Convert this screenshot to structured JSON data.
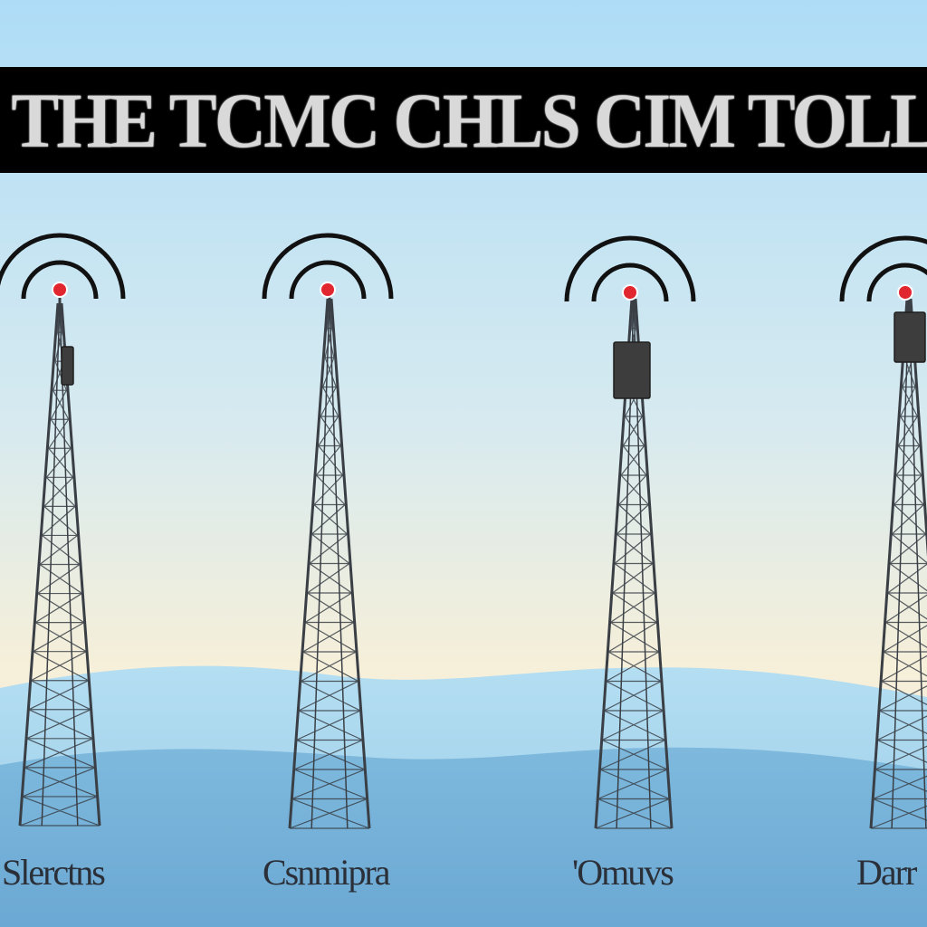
{
  "banner": {
    "title": "DLLES THE TCMC CHLS CIM TOLLOWRE"
  },
  "towers": [
    {
      "label": "Slerctns"
    },
    {
      "label": "Csnmipra"
    },
    {
      "label": "'Omuvs"
    },
    {
      "label": "Darr"
    }
  ],
  "colors": {
    "sky_top": "#aedcf6",
    "sky_horizon": "#f6efd9",
    "water_far": "#aad8ee",
    "water_near": "#6eaed8",
    "banner_bg": "#000000",
    "tower": "#3a3f46",
    "beacon": "#e0262e"
  },
  "icons": [
    "signal-waves-icon",
    "beacon-light-icon",
    "radio-tower-icon",
    "antenna-box-icon"
  ]
}
